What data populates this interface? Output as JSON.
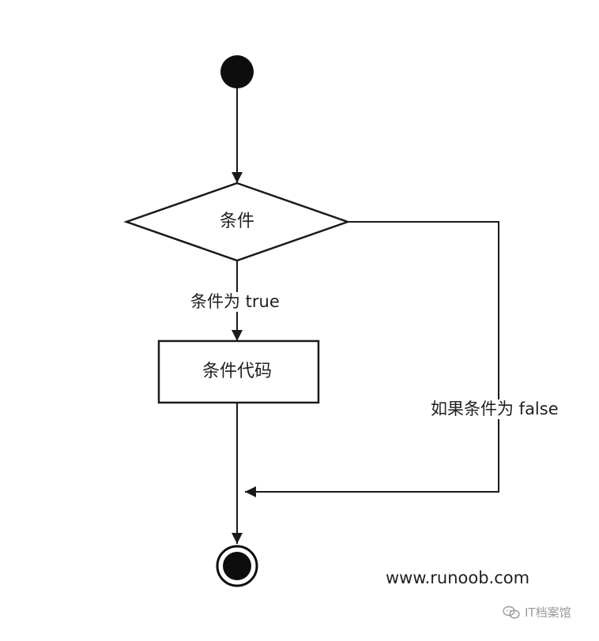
{
  "diagram": {
    "condition_label": "条件",
    "true_label": "条件为 true",
    "code_label": "条件代码",
    "false_label": "如果条件为 false",
    "credit": "www.runoob.com",
    "watermark": "IT档案馆"
  },
  "colors": {
    "stroke": "#1a1a1a",
    "node_fill": "#ffffff",
    "start_fill": "#0d0d0d",
    "watermark": "#9a9a9a"
  },
  "icons": {
    "watermark_icon": "chat-bubble-icon"
  }
}
